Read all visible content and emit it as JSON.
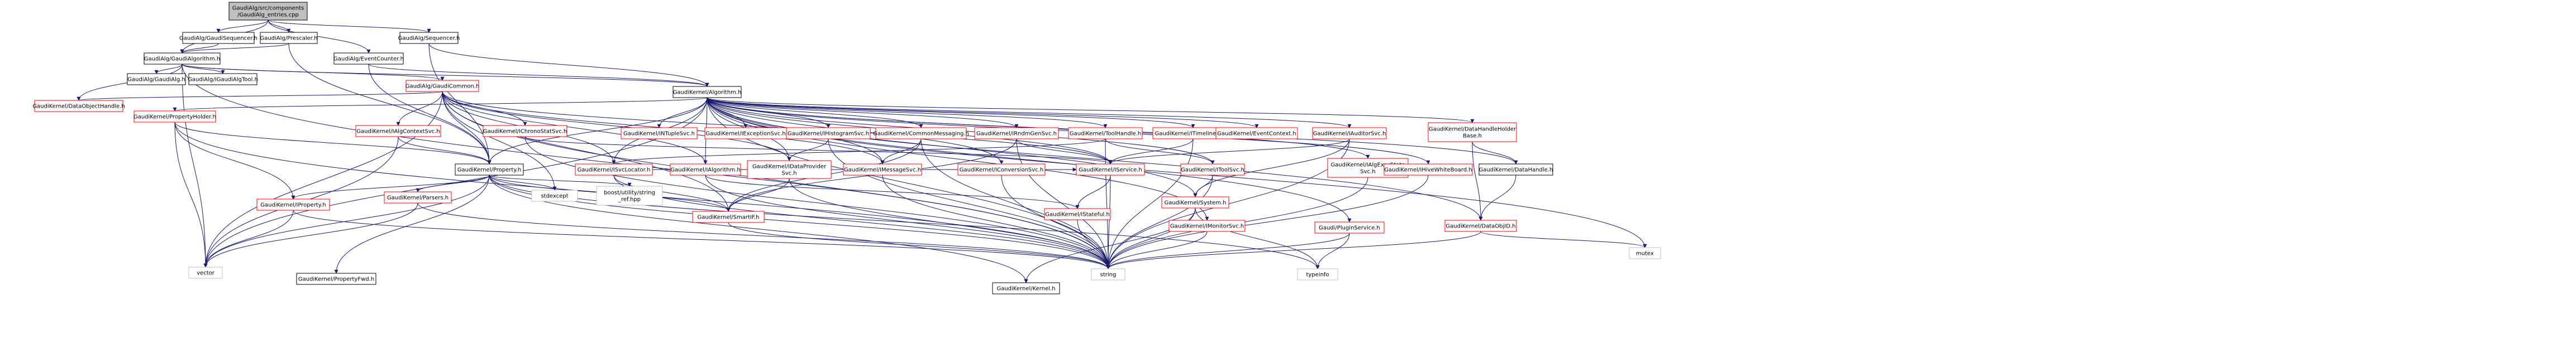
{
  "colors": {
    "edge": "#191970",
    "root_fill": "#bfbfbf",
    "root_stroke": "#000000",
    "documented_stroke": "#000000",
    "undocumented_stroke": "#ff0000",
    "external_stroke": "#bfbfbf",
    "label_text": "#000000",
    "background": "#ffffff"
  },
  "nodes": [
    {
      "id": "root",
      "lines": [
        "GaudiAlg/src/components",
        "/GaudiAlg_entries.cpp"
      ],
      "kind": "root"
    },
    {
      "id": "gaudiseq",
      "lines": [
        "GaudiAlg/GaudiSequencer.h"
      ],
      "kind": "documented"
    },
    {
      "id": "prescaler",
      "lines": [
        "GaudiAlg/Prescaler.h"
      ],
      "kind": "documented"
    },
    {
      "id": "evtcounter",
      "lines": [
        "GaudiAlg/EventCounter.h"
      ],
      "kind": "documented"
    },
    {
      "id": "sequencer",
      "lines": [
        "GaudiAlg/Sequencer.h"
      ],
      "kind": "documented"
    },
    {
      "id": "gaudialgo",
      "lines": [
        "GaudiAlg/GaudiAlgorithm.h"
      ],
      "kind": "documented"
    },
    {
      "id": "gaudialg",
      "lines": [
        "GaudiAlg/GaudiAlg.h"
      ],
      "kind": "documented"
    },
    {
      "id": "ialgtool",
      "lines": [
        "GaudiAlg/IGaudiAlgTool.h"
      ],
      "kind": "documented"
    },
    {
      "id": "gaudicommon",
      "lines": [
        "GaudiAlg/GaudiCommon.h"
      ],
      "kind": "undocumented"
    },
    {
      "id": "algorithm",
      "lines": [
        "GaudiKernel/Algorithm.h"
      ],
      "kind": "documented"
    },
    {
      "id": "dataobjhandle",
      "lines": [
        "GaudiKernel/DataObjectHandle.h"
      ],
      "kind": "undocumented"
    },
    {
      "id": "propholder",
      "lines": [
        "GaudiKernel/PropertyHolder.h"
      ],
      "kind": "undocumented"
    },
    {
      "id": "algcontext",
      "lines": [
        "GaudiKernel/IAlgContextSvc.h"
      ],
      "kind": "undocumented"
    },
    {
      "id": "chronostat",
      "lines": [
        "GaudiKernel/IChronoStatSvc.h"
      ],
      "kind": "undocumented"
    },
    {
      "id": "intuple",
      "lines": [
        "GaudiKernel/INTupleSvc.h"
      ],
      "kind": "undocumented"
    },
    {
      "id": "iexception",
      "lines": [
        "GaudiKernel/IExceptionSvc.h"
      ],
      "kind": "undocumented"
    },
    {
      "id": "ihisto",
      "lines": [
        "GaudiKernel/IHistogramSvc.h"
      ],
      "kind": "undocumented"
    },
    {
      "id": "commonmsg",
      "lines": [
        "GaudiKernel/CommonMessaging.h"
      ],
      "kind": "undocumented"
    },
    {
      "id": "indmgr",
      "lines": [
        "GaudiKernel/IRndmGenSvc.h"
      ],
      "kind": "undocumented"
    },
    {
      "id": "toolhandle",
      "lines": [
        "GaudiKernel/ToolHandle.h"
      ],
      "kind": "undocumented"
    },
    {
      "id": "itimeline",
      "lines": [
        "GaudiKernel/ITimelineSvc.h"
      ],
      "kind": "undocumented"
    },
    {
      "id": "ieventctx",
      "lines": [
        "GaudiKernel/EventContext.h"
      ],
      "kind": "undocumented"
    },
    {
      "id": "iauditor",
      "lines": [
        "GaudiKernel/IAuditorSvc.h"
      ],
      "kind": "undocumented"
    },
    {
      "id": "dhholder",
      "lines": [
        "GaudiKernel/DataHandleHolder",
        "Base.h"
      ],
      "kind": "undocumented"
    },
    {
      "id": "property",
      "lines": [
        "GaudiKernel/Property.h"
      ],
      "kind": "documented"
    },
    {
      "id": "svclocator",
      "lines": [
        "GaudiKernel/ISvcLocator.h"
      ],
      "kind": "undocumented"
    },
    {
      "id": "ialgorithm",
      "lines": [
        "GaudiKernel/IAlgorithm.h"
      ],
      "kind": "undocumented"
    },
    {
      "id": "idataprov",
      "lines": [
        "GaudiKernel/IDataProvider",
        "Svc.h"
      ],
      "kind": "undocumented"
    },
    {
      "id": "imessage",
      "lines": [
        "GaudiKernel/IMessageSvc.h"
      ],
      "kind": "undocumented"
    },
    {
      "id": "iconversion",
      "lines": [
        "GaudiKernel/IConversionSvc.h"
      ],
      "kind": "undocumented"
    },
    {
      "id": "iservice",
      "lines": [
        "GaudiKernel/IService.h"
      ],
      "kind": "undocumented"
    },
    {
      "id": "itoolsvc",
      "lines": [
        "GaudiKernel/IToolSvc.h"
      ],
      "kind": "undocumented"
    },
    {
      "id": "algexec",
      "lines": [
        "GaudiKernel/IAlgExecState",
        "Svc.h"
      ],
      "kind": "undocumented"
    },
    {
      "id": "ihivewb",
      "lines": [
        "GaudiKernel/IHiveWhiteBoard.h"
      ],
      "kind": "undocumented"
    },
    {
      "id": "datahandle",
      "lines": [
        "GaudiKernel/DataHandle.h"
      ],
      "kind": "documented"
    },
    {
      "id": "iproperty",
      "lines": [
        "GaudiKernel/IProperty.h"
      ],
      "kind": "undocumented"
    },
    {
      "id": "parsers",
      "lines": [
        "GaudiKernel/Parsers.h"
      ],
      "kind": "undocumented"
    },
    {
      "id": "stdexcept",
      "lines": [
        "stdexcept"
      ],
      "kind": "external"
    },
    {
      "id": "boostutil",
      "lines": [
        "boost/utility/string",
        "_ref.hpp"
      ],
      "kind": "external"
    },
    {
      "id": "smartif",
      "lines": [
        "GaudiKernel/SmartIF.h"
      ],
      "kind": "undocumented"
    },
    {
      "id": "istatefull",
      "lines": [
        "GaudiKernel/IStateful.h"
      ],
      "kind": "undocumented"
    },
    {
      "id": "isystem",
      "lines": [
        "GaudiKernel/System.h"
      ],
      "kind": "undocumented"
    },
    {
      "id": "imonitor",
      "lines": [
        "GaudiKernel/IMonitorSvc.h"
      ],
      "kind": "undocumented"
    },
    {
      "id": "pluginsvc",
      "lines": [
        "Gaudi/PluginService.h"
      ],
      "kind": "undocumented"
    },
    {
      "id": "dataobjid",
      "lines": [
        "GaudiKernel/DataObjID.h"
      ],
      "kind": "undocumented"
    },
    {
      "id": "mutex",
      "lines": [
        "mutex"
      ],
      "kind": "external"
    },
    {
      "id": "vector",
      "lines": [
        "vector"
      ],
      "kind": "external"
    },
    {
      "id": "propfwd",
      "lines": [
        "GaudiKernel/PropertyFwd.h"
      ],
      "kind": "documented"
    },
    {
      "id": "string",
      "lines": [
        "string"
      ],
      "kind": "external"
    },
    {
      "id": "kernel",
      "lines": [
        "GaudiKernel/Kernel.h"
      ],
      "kind": "documented"
    },
    {
      "id": "typeinfo",
      "lines": [
        "typeinfo"
      ],
      "kind": "external"
    }
  ],
  "edges": [
    [
      "root",
      "gaudiseq"
    ],
    [
      "root",
      "prescaler"
    ],
    [
      "root",
      "evtcounter"
    ],
    [
      "root",
      "sequencer"
    ],
    [
      "root",
      "gaudialgo"
    ],
    [
      "gaudiseq",
      "gaudialgo"
    ],
    [
      "prescaler",
      "gaudialgo"
    ],
    [
      "prescaler",
      "property"
    ],
    [
      "evtcounter",
      "algorithm"
    ],
    [
      "evtcounter",
      "property"
    ],
    [
      "sequencer",
      "algorithm"
    ],
    [
      "sequencer",
      "property"
    ],
    [
      "gaudialgo",
      "gaudialg"
    ],
    [
      "gaudialgo",
      "ialgtool"
    ],
    [
      "gaudialgo",
      "gaudicommon"
    ],
    [
      "gaudialgo",
      "algorithm"
    ],
    [
      "gaudialgo",
      "dataobjhandle"
    ],
    [
      "gaudialgo",
      "vector"
    ],
    [
      "gaudialgo",
      "string"
    ],
    [
      "gaudicommon",
      "algcontext"
    ],
    [
      "gaudicommon",
      "chronostat"
    ],
    [
      "gaudicommon",
      "property"
    ],
    [
      "gaudicommon",
      "iservice"
    ],
    [
      "gaudicommon",
      "vector"
    ],
    [
      "gaudicommon",
      "string"
    ],
    [
      "gaudicommon",
      "dataobjhandle"
    ],
    [
      "gaudicommon",
      "svclocator"
    ],
    [
      "gaudicommon",
      "ialgorithm"
    ],
    [
      "gaudicommon",
      "idataprov"
    ],
    [
      "gaudicommon",
      "imessage"
    ],
    [
      "gaudicommon",
      "smartif"
    ],
    [
      "gaudicommon",
      "stdexcept"
    ],
    [
      "algorithm",
      "propholder"
    ],
    [
      "algorithm",
      "intuple"
    ],
    [
      "algorithm",
      "iexception"
    ],
    [
      "algorithm",
      "ihisto"
    ],
    [
      "algorithm",
      "commonmsg"
    ],
    [
      "algorithm",
      "indmgr"
    ],
    [
      "algorithm",
      "toolhandle"
    ],
    [
      "algorithm",
      "itimeline"
    ],
    [
      "algorithm",
      "ieventctx"
    ],
    [
      "algorithm",
      "iauditor"
    ],
    [
      "algorithm",
      "dhholder"
    ],
    [
      "algorithm",
      "property"
    ],
    [
      "algorithm",
      "svclocator"
    ],
    [
      "algorithm",
      "ialgorithm"
    ],
    [
      "algorithm",
      "idataprov"
    ],
    [
      "algorithm",
      "imessage"
    ],
    [
      "algorithm",
      "iconversion"
    ],
    [
      "algorithm",
      "iservice"
    ],
    [
      "algorithm",
      "itoolsvc"
    ],
    [
      "algorithm",
      "algexec"
    ],
    [
      "algorithm",
      "ihivewb"
    ],
    [
      "algorithm",
      "datahandle"
    ],
    [
      "algorithm",
      "dataobjid"
    ],
    [
      "algorithm",
      "mutex"
    ],
    [
      "algorithm",
      "isystem"
    ],
    [
      "algorithm",
      "imonitor"
    ],
    [
      "algorithm",
      "pluginsvc"
    ],
    [
      "algorithm",
      "string"
    ],
    [
      "algorithm",
      "vector"
    ],
    [
      "propholder",
      "property"
    ],
    [
      "propholder",
      "iproperty"
    ],
    [
      "propholder",
      "vector"
    ],
    [
      "propholder",
      "string"
    ],
    [
      "algcontext",
      "property"
    ],
    [
      "algcontext",
      "vector"
    ],
    [
      "chronostat",
      "iservice"
    ],
    [
      "chronostat",
      "string"
    ],
    [
      "ihisto",
      "idataprov"
    ],
    [
      "ihisto",
      "string"
    ],
    [
      "commonmsg",
      "imessage"
    ],
    [
      "commonmsg",
      "smartif"
    ],
    [
      "commonmsg",
      "string"
    ],
    [
      "indmgr",
      "iservice"
    ],
    [
      "indmgr",
      "smartif"
    ],
    [
      "indmgr",
      "string"
    ],
    [
      "toolhandle",
      "itoolsvc"
    ],
    [
      "toolhandle",
      "string"
    ],
    [
      "toolhandle",
      "svclocator"
    ],
    [
      "itimeline",
      "iservice"
    ],
    [
      "itimeline",
      "string"
    ],
    [
      "iauditor",
      "iservice"
    ],
    [
      "iauditor",
      "isystem"
    ],
    [
      "iauditor",
      "string"
    ],
    [
      "dhholder",
      "datahandle"
    ],
    [
      "dhholder",
      "dataobjid"
    ],
    [
      "property",
      "iproperty"
    ],
    [
      "property",
      "parsers"
    ],
    [
      "property",
      "stdexcept"
    ],
    [
      "property",
      "boostutil"
    ],
    [
      "property",
      "propfwd"
    ],
    [
      "property",
      "smartif"
    ],
    [
      "property",
      "string"
    ],
    [
      "property",
      "vector"
    ],
    [
      "property",
      "kernel"
    ],
    [
      "property",
      "typeinfo"
    ],
    [
      "svclocator",
      "iservice"
    ],
    [
      "svclocator",
      "smartif"
    ],
    [
      "svclocator",
      "string"
    ],
    [
      "ialgorithm",
      "istatefull"
    ],
    [
      "ialgorithm",
      "string"
    ],
    [
      "idataprov",
      "smartif"
    ],
    [
      "idataprov",
      "string"
    ],
    [
      "imessage",
      "string"
    ],
    [
      "iconversion",
      "string"
    ],
    [
      "iservice",
      "istatefull"
    ],
    [
      "iservice",
      "string"
    ],
    [
      "itoolsvc",
      "isystem"
    ],
    [
      "itoolsvc",
      "string"
    ],
    [
      "algexec",
      "string"
    ],
    [
      "ihivewb",
      "string"
    ],
    [
      "datahandle",
      "dataobjid"
    ],
    [
      "iproperty",
      "string"
    ],
    [
      "iproperty",
      "vector"
    ],
    [
      "parsers",
      "vector"
    ],
    [
      "parsers",
      "string"
    ],
    [
      "istatefull",
      "string"
    ],
    [
      "isystem",
      "string"
    ],
    [
      "isystem",
      "typeinfo"
    ],
    [
      "isystem",
      "kernel"
    ],
    [
      "imonitor",
      "string"
    ],
    [
      "pluginsvc",
      "typeinfo"
    ],
    [
      "pluginsvc",
      "string"
    ],
    [
      "dataobjid",
      "mutex"
    ],
    [
      "dataobjid",
      "string"
    ],
    [
      "smartif",
      "string"
    ]
  ]
}
